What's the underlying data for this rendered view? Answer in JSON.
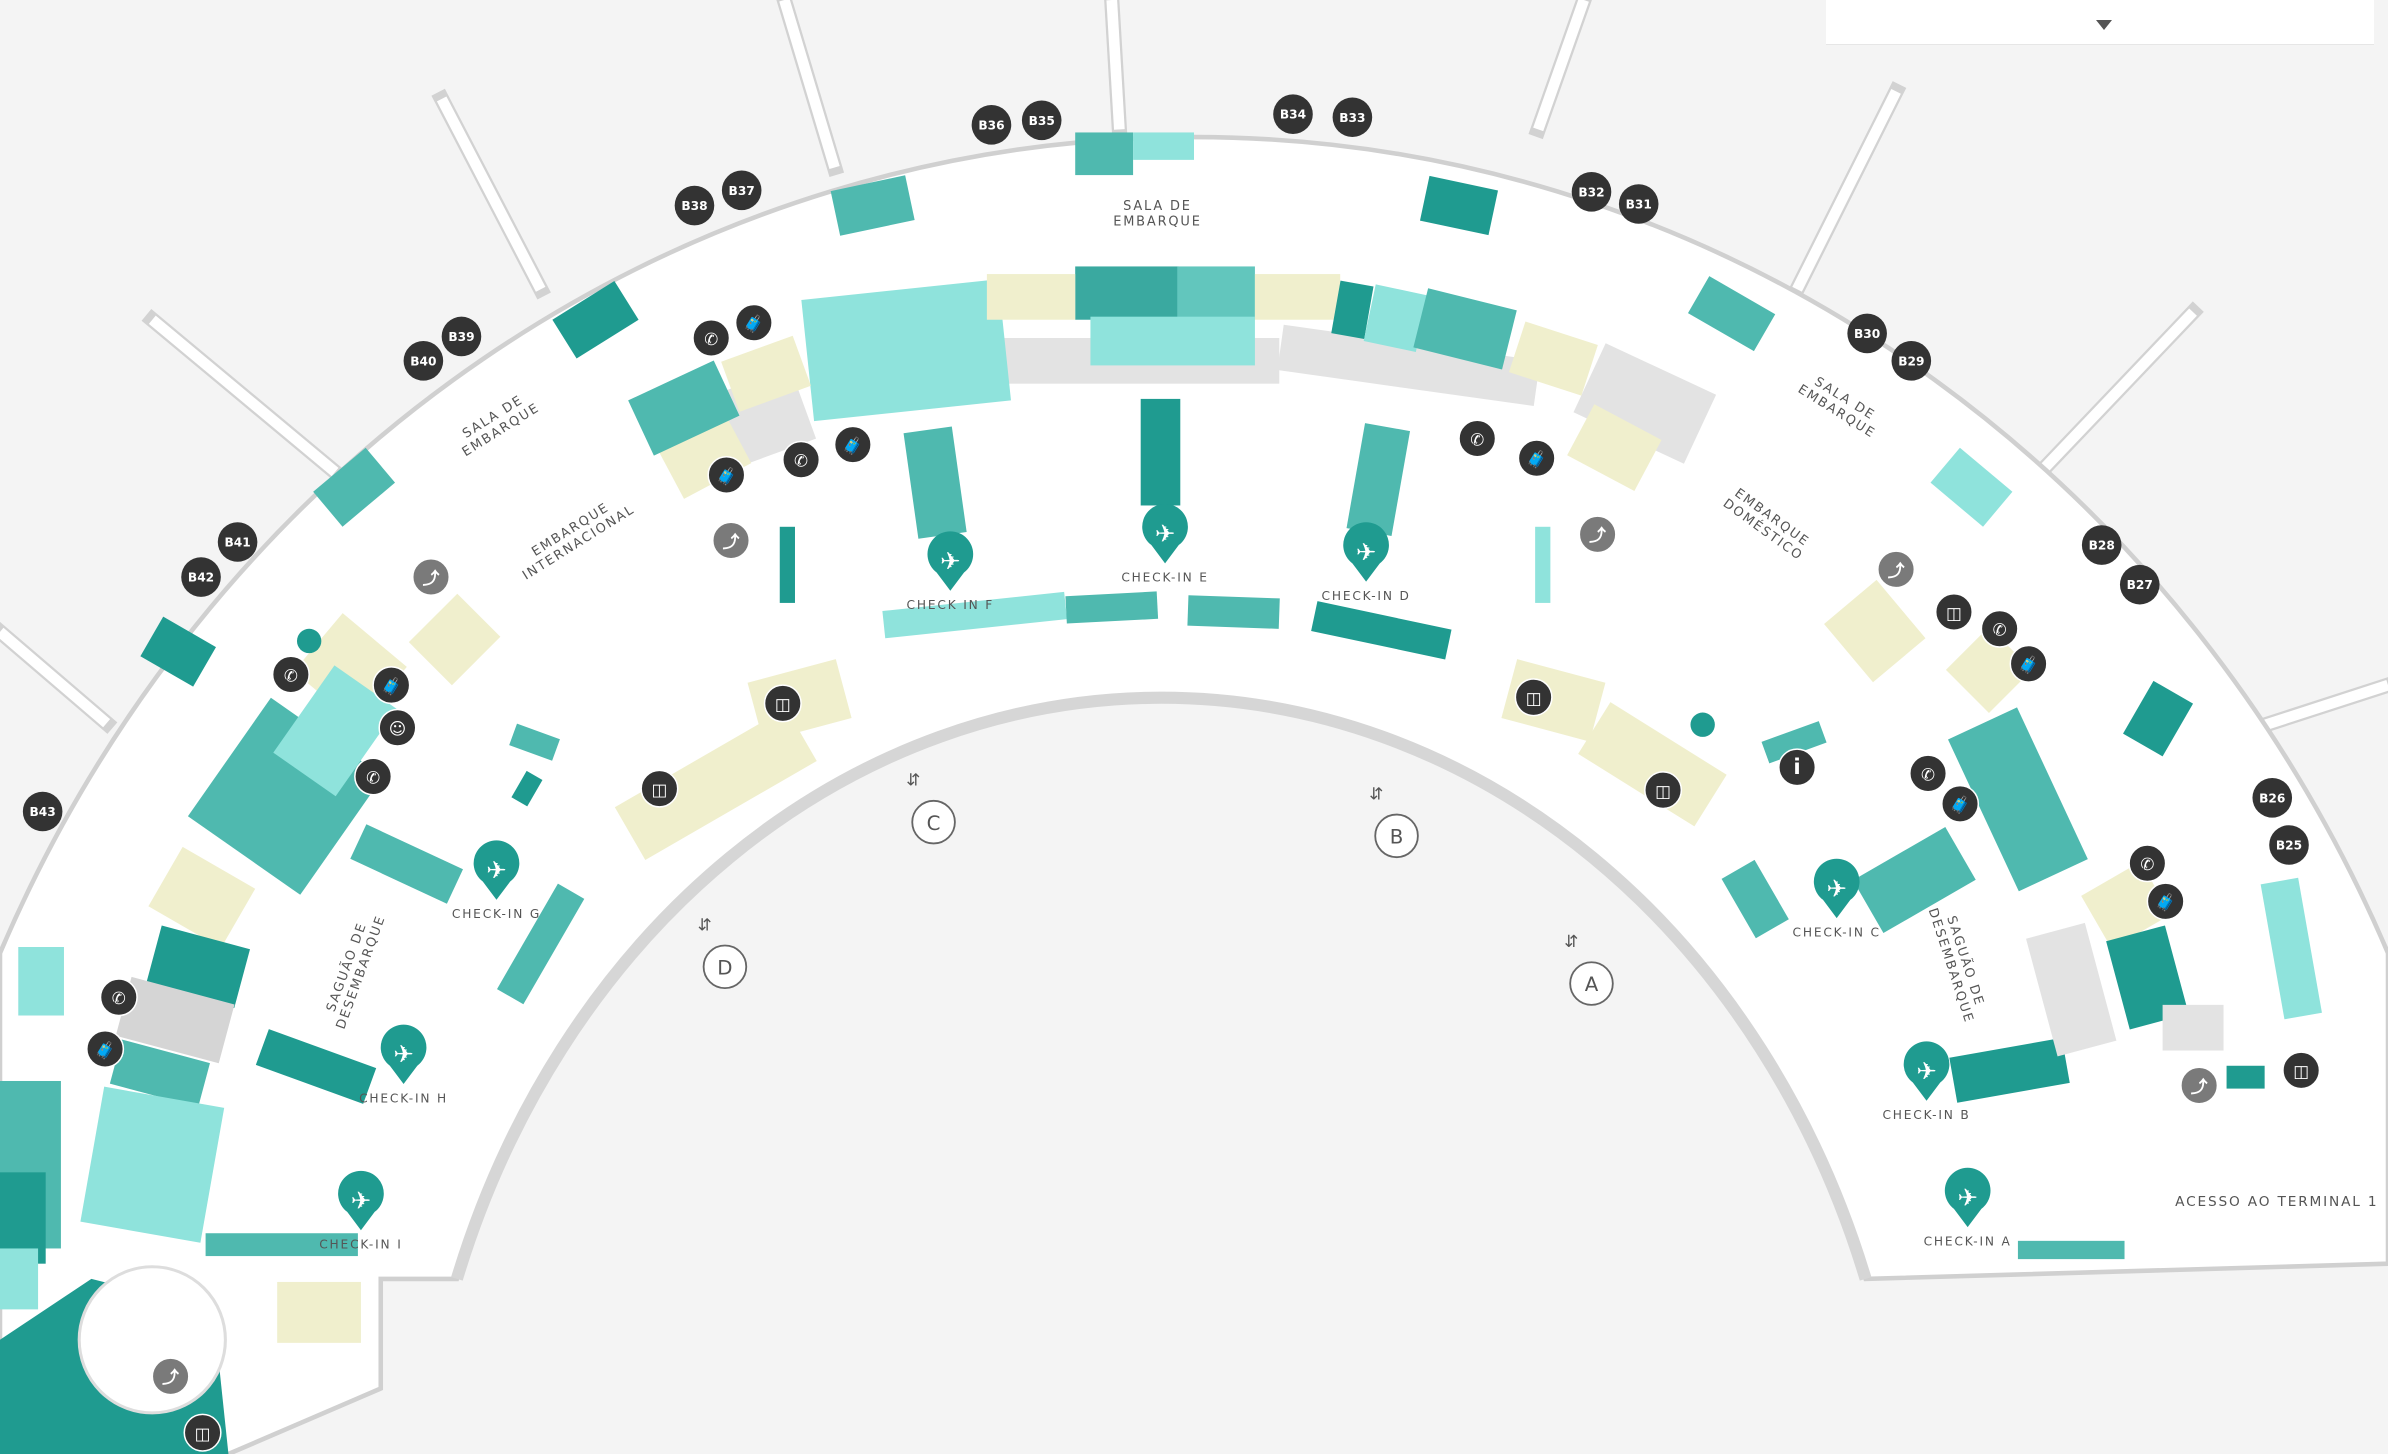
{
  "floor_selector": {
    "icon": "caret-down-icon"
  },
  "gates": [
    "B36",
    "B35",
    "B34",
    "B33",
    "B38",
    "B37",
    "B32",
    "B31",
    "B40",
    "B39",
    "B30",
    "B29",
    "B41",
    "B42",
    "B28",
    "B27",
    "B43",
    "B26",
    "B25"
  ],
  "checkins": [
    "CHECK IN F",
    "CHECK-IN E",
    "CHECK-IN D",
    "CHECK-IN G",
    "CHECK-IN H",
    "CHECK-IN I",
    "CHECK-IN C",
    "CHECK-IN B",
    "CHECK-IN A"
  ],
  "entrances": [
    "C",
    "B",
    "D",
    "A"
  ],
  "areas": {
    "sala_top": [
      "SALA DE",
      "EMBARQUE"
    ],
    "sala_left": [
      "SALA DE",
      "EMBARQUE"
    ],
    "sala_right": [
      "SALA DE",
      "EMBARQUE"
    ],
    "intl": [
      "EMBARQUE",
      "INTERNACIONAL"
    ],
    "dom": [
      "EMBARQUE",
      "DOMÉSTICO"
    ],
    "saguao_left": [
      "SAGUÃO DE",
      "DESEMBARQUE"
    ],
    "saguao_right": [
      "SAGUÃO DE",
      "DESEMBARQUE"
    ],
    "terminal1": "ACESSO AO TERMINAL 1"
  },
  "icons": {
    "phone": "phone-icon",
    "luggage": "person-luggage-icon",
    "escalator": "escalator-icon",
    "elevator": "elevator-icon",
    "info": "info-icon",
    "baby": "baby-changing-icon",
    "checkin": "check-in-pin-icon",
    "restroom": "restroom-icon"
  },
  "colors": {
    "background": "#f4f4f4",
    "building": "#ffffff",
    "teal_dark": "#1f9b90",
    "teal_mid": "#4fb9af",
    "teal_light": "#8fe3dc",
    "restroom": "#f0efcd",
    "service": "#e3e3e3",
    "badge": "#333333",
    "escalator_badge": "#7a7a7a"
  }
}
